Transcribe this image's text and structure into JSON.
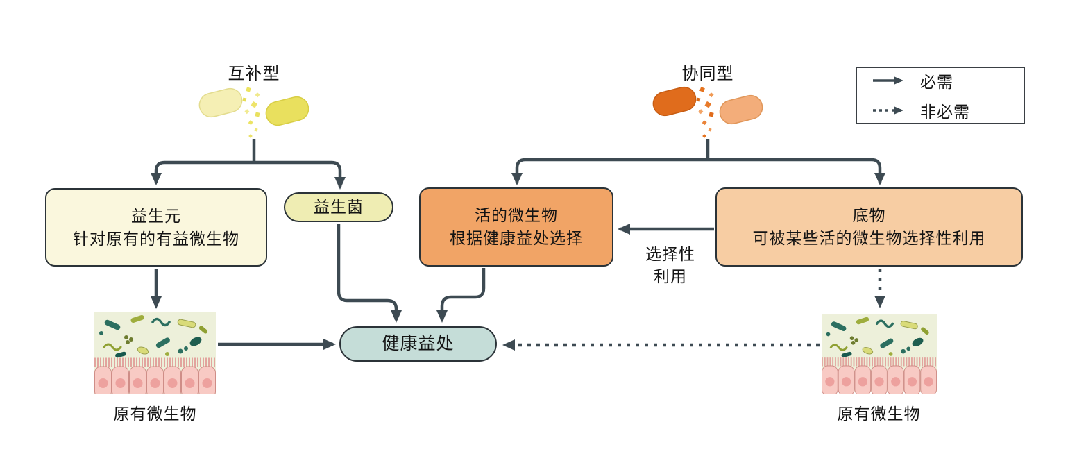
{
  "diagram": {
    "background": "#ffffff",
    "arrow_color": "#3d4a52"
  },
  "legend": {
    "required_label": "必需",
    "optional_label": "非必需"
  },
  "complementary": {
    "title": "互补型",
    "capsule_colors": {
      "left_half": "#f5efb4",
      "right_half": "#e9e05e"
    },
    "prebiotic": {
      "line1": "益生元",
      "line2": "针对原有的有益微生物",
      "fill": "#faf7dd"
    },
    "probiotic": {
      "label": "益生菌",
      "fill": "#efedb3"
    },
    "microbiota_label": "原有微生物"
  },
  "synergistic": {
    "title": "协同型",
    "capsule_colors": {
      "left_half": "#e06c1c",
      "right_half": "#f3ad7a"
    },
    "live_microbes": {
      "line1": "活的微生物",
      "line2": "根据健康益处选择",
      "fill": "#f1a466"
    },
    "substrate": {
      "line1": "底物",
      "line2": "可被某些活的微生物选择性利用",
      "fill": "#f7cda3"
    },
    "selective_utilization": {
      "line1": "选择性",
      "line2": "利用"
    },
    "microbiota_label": "原有微生物"
  },
  "health_benefit": {
    "label": "健康益处",
    "fill": "#c5ddd8"
  }
}
